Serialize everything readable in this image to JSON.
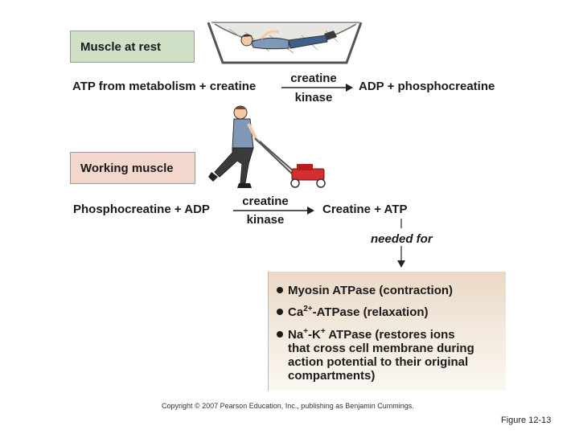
{
  "rest": {
    "label": "Muscle at rest",
    "left": "ATP from metabolism + creatine",
    "enzyme_top": "creatine",
    "enzyme_bottom": "kinase",
    "right": "ADP + phosphocreatine"
  },
  "working": {
    "label": "Working muscle",
    "left": "Phosphocreatine + ADP",
    "enzyme_top": "creatine",
    "enzyme_bottom": "kinase",
    "right": "Creatine + ATP",
    "needed_for": "needed for"
  },
  "uses": [
    {
      "text": "Myosin ATPase (contraction)"
    },
    {
      "pre": "Ca",
      "sup": "2+",
      "post": "-ATPase (relaxation)"
    },
    {
      "pre": "Na",
      "sup1": "+",
      "mid": "-K",
      "sup2": "+",
      "post": " ATPase (restores ions",
      "lines": [
        "that cross cell membrane during",
        "action potential to their original",
        "compartments)"
      ]
    }
  ],
  "copyright": "Copyright © 2007 Pearson Education, Inc., publishing as Benjamin Cummings.",
  "figure_label": "Figure 12-13",
  "colors": {
    "rest_box": "#cfe0c6",
    "working_box": "#f3d6cc",
    "mower": "#d32f2f",
    "shirt": "#7f98b8"
  }
}
